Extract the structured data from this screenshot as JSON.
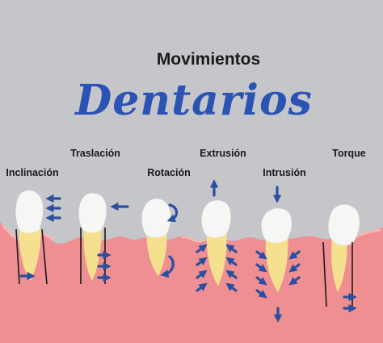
{
  "header": {
    "title_line1": "Movimientos",
    "title_line2": "Dentarios"
  },
  "movements": [
    {
      "label": "Inclinación"
    },
    {
      "label": "Traslación"
    },
    {
      "label": "Rotación"
    },
    {
      "label": "Extrusión"
    },
    {
      "label": "Intrusión"
    },
    {
      "label": "Torque"
    }
  ],
  "colors": {
    "background": "#c5c6ca",
    "gum": "#ef8f91",
    "gum_light": "#f4adad",
    "gum_line": "#e9787d",
    "tooth_crown": "#f6f6f4",
    "tooth_root": "#f4e08f",
    "arrow": "#2b4fa0",
    "title_script": "#2a53b3",
    "label_text": "#1a1a1a"
  }
}
